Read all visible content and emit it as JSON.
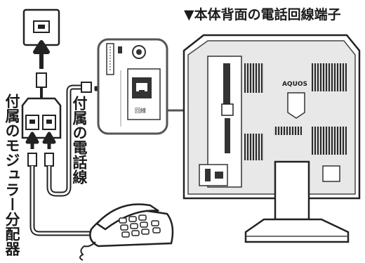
{
  "heading": "▼本体背面の電話回線端子",
  "splitter_label": "付属のモジュラー分配器",
  "cord_label": "付属の電話線",
  "tv_brand": "AQUOS",
  "jack_label": "回線"
}
